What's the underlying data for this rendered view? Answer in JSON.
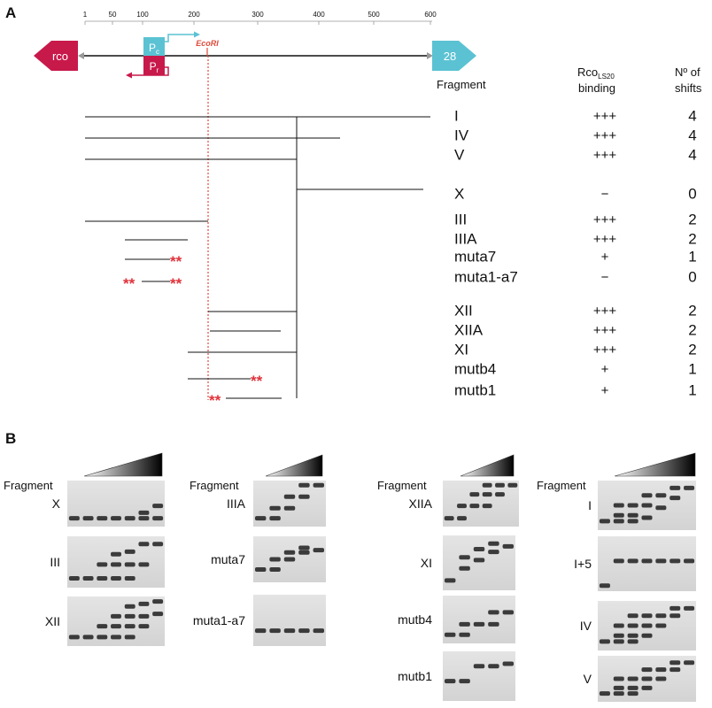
{
  "panel_a": {
    "label": "A",
    "ruler_ticks": [
      "1",
      "50",
      "100",
      "200",
      "300",
      "400",
      "500",
      "600"
    ],
    "gene_left": "rco",
    "gene_right": "28",
    "promoter_top": {
      "main": "P",
      "sub": "c"
    },
    "promoter_bottom": {
      "main": "P",
      "sub": "r"
    },
    "site": "EcoRI",
    "col_fragment": "Fragment",
    "col_binding": {
      "main": "Rco",
      "sub": "LS20",
      "line2": "binding"
    },
    "col_shifts": {
      "line1": "Nº of",
      "line2": "shifts"
    },
    "mut_marker": "**",
    "rows": [
      {
        "name": "I",
        "binding": "+++",
        "shifts": "4"
      },
      {
        "name": "IV",
        "binding": "+++",
        "shifts": "4"
      },
      {
        "name": "V",
        "binding": "+++",
        "shifts": "4"
      },
      {
        "name": "X",
        "binding": "−",
        "shifts": "0"
      },
      {
        "name": "III",
        "binding": "+++",
        "shifts": "2"
      },
      {
        "name": "IIIA",
        "binding": "+++",
        "shifts": "2"
      },
      {
        "name": "muta7",
        "binding": "+",
        "shifts": "1"
      },
      {
        "name": "muta1-a7",
        "binding": "−",
        "shifts": "0"
      },
      {
        "name": "XII",
        "binding": "+++",
        "shifts": "2"
      },
      {
        "name": "XIIA",
        "binding": "+++",
        "shifts": "2"
      },
      {
        "name": "XI",
        "binding": "+++",
        "shifts": "2"
      },
      {
        "name": "mutb4",
        "binding": "+",
        "shifts": "1"
      },
      {
        "name": "mutb1",
        "binding": "+",
        "shifts": "1"
      }
    ]
  },
  "panel_b": {
    "label": "B",
    "fragment_header": "Fragment",
    "col1": [
      "X",
      "III",
      "XII"
    ],
    "col2": [
      "IIIA",
      "muta7",
      "muta1-a7"
    ],
    "col3": [
      "XIIA",
      "XI",
      "mutb4",
      "mutb1"
    ],
    "col4": [
      "I",
      "I+5",
      "IV",
      "V"
    ]
  }
}
